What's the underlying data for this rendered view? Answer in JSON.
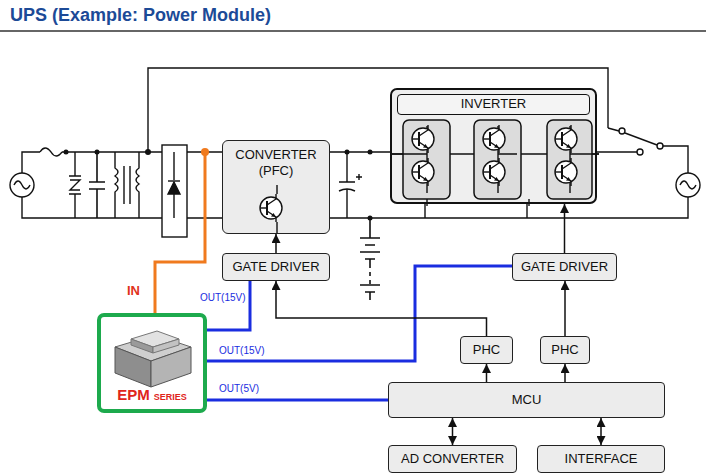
{
  "diagram": {
    "title": "UPS (Example: Power Module)",
    "nodes": [
      {
        "text": [
          "INVERTER"
        ]
      },
      {
        "text": [
          "CONVERTER (PFC)"
        ]
      },
      {
        "text": [
          "GATE DRIVER"
        ]
      },
      {
        "text": [
          "GATE DRIVER"
        ]
      },
      {
        "text": [
          "EPM",
          "SERIES"
        ]
      },
      {
        "text": [
          "PHC"
        ]
      },
      {
        "text": [
          "PHC"
        ]
      },
      {
        "text": [
          "MCU"
        ]
      },
      {
        "text": [
          "AD CONVERTER"
        ]
      },
      {
        "text": [
          "INTERFACE"
        ]
      }
    ],
    "edges": [
      {
        "from": 4,
        "to": 2,
        "label": "OUT(15V)",
        "arrow": "none"
      },
      {
        "from": 4,
        "to": 3,
        "label": "OUT(15V)",
        "arrow": "none"
      },
      {
        "from": 4,
        "to": 7,
        "label": "OUT(5V)",
        "arrow": "none"
      },
      {
        "from": 2,
        "to": 1,
        "arrow": "to"
      },
      {
        "from": 3,
        "to": 0,
        "arrow": "to"
      },
      {
        "from": 7,
        "to": 5,
        "arrow": "to"
      },
      {
        "from": 5,
        "to": 2,
        "arrow": "to"
      },
      {
        "from": 7,
        "to": 6,
        "arrow": "to"
      },
      {
        "from": 6,
        "to": 3,
        "arrow": "to"
      },
      {
        "from": 8,
        "to": 7,
        "arrow": "both"
      },
      {
        "from": 9,
        "to": 7,
        "arrow": "both"
      }
    ],
    "labels": [
      "IN"
    ]
  }
}
